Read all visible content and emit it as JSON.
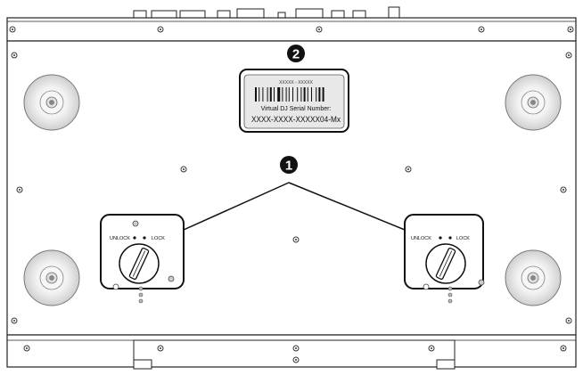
{
  "diagram": {
    "callout_numbers": {
      "lock_switches": "1",
      "serial_label": "2"
    },
    "serial_sticker": {
      "top_code": "XXXXX - XXXXX",
      "title": "Virtual DJ Serial Number:",
      "serial": "XXXX-XXXX-XXXXX04-Mx"
    },
    "left_lock": {
      "unlock_label": "UNLOCK",
      "lock_label": "LOCK"
    },
    "right_lock": {
      "unlock_label": "UNLOCK",
      "lock_label": "LOCK"
    },
    "colors": {
      "outline": "#222222",
      "callout": "#111111",
      "fill": "#ffffff",
      "shade": "#cfcfcf"
    }
  }
}
